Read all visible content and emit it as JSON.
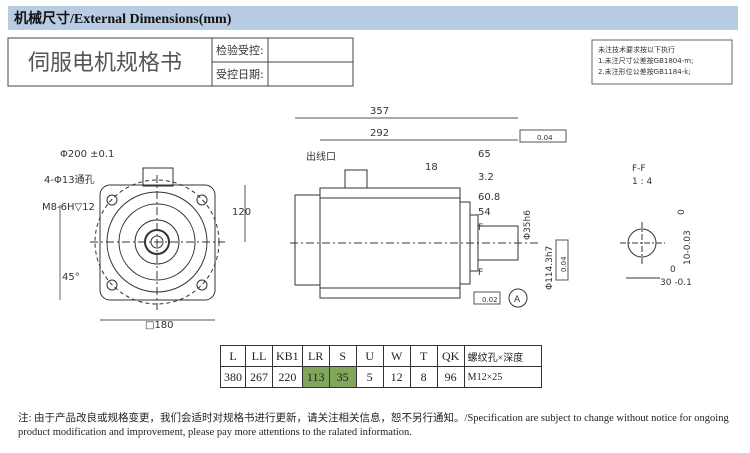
{
  "header": {
    "title": "机械尺寸/External Dimensions(mm)"
  },
  "spec_block": {
    "title": "伺服电机规格书",
    "field1": "检验受控:",
    "field2": "受控日期:"
  },
  "tech_note": {
    "line1": "未注技术要求按以下执行",
    "line2": "1.未注尺寸公差按GB1804-m;",
    "line3": "2.未注形位公差按GB1184-k;"
  },
  "front_view": {
    "dia200": "Φ200 ±0.1",
    "holes": "4-Φ13通孔",
    "thread": "M8-6H▽12",
    "angle": "45°",
    "dim120": "120",
    "square180": "□180"
  },
  "side_view": {
    "len357": "357",
    "len292": "292",
    "cable_outlet": "出线口",
    "len65": "65",
    "len18": "18",
    "len3_2": "3.2",
    "len60_8": "60.8",
    "len54": "54",
    "dia35": "Φ35h6",
    "dia114": "Φ114.3h7",
    "tol_a": "0.04",
    "tol_b": "0.02",
    "tol_c": "0.04",
    "datum": "A",
    "f_label": "F",
    "f_label2": "F"
  },
  "section_view": {
    "title": "F-F",
    "scale": "1 : 4",
    "v1": "0",
    "v2": "10-0.03",
    "v3": "0",
    "v4": "30 -0.1"
  },
  "table": {
    "headers": [
      "L",
      "LL",
      "KB1",
      "LR",
      "S",
      "U",
      "W",
      "T",
      "QK",
      "螺纹孔×深度"
    ],
    "values": [
      "380",
      "267",
      "220",
      "113",
      "35",
      "5",
      "12",
      "8",
      "96",
      "M12×25"
    ]
  },
  "footer": {
    "note": "注: 由于产品改良或规格变更，我们会适时对规格书进行更新，请关注相关信息，恕不另行通知。/Specification are subject to change without notice for ongoing product modification and improvement, please pay more attentions to the ralated information."
  }
}
